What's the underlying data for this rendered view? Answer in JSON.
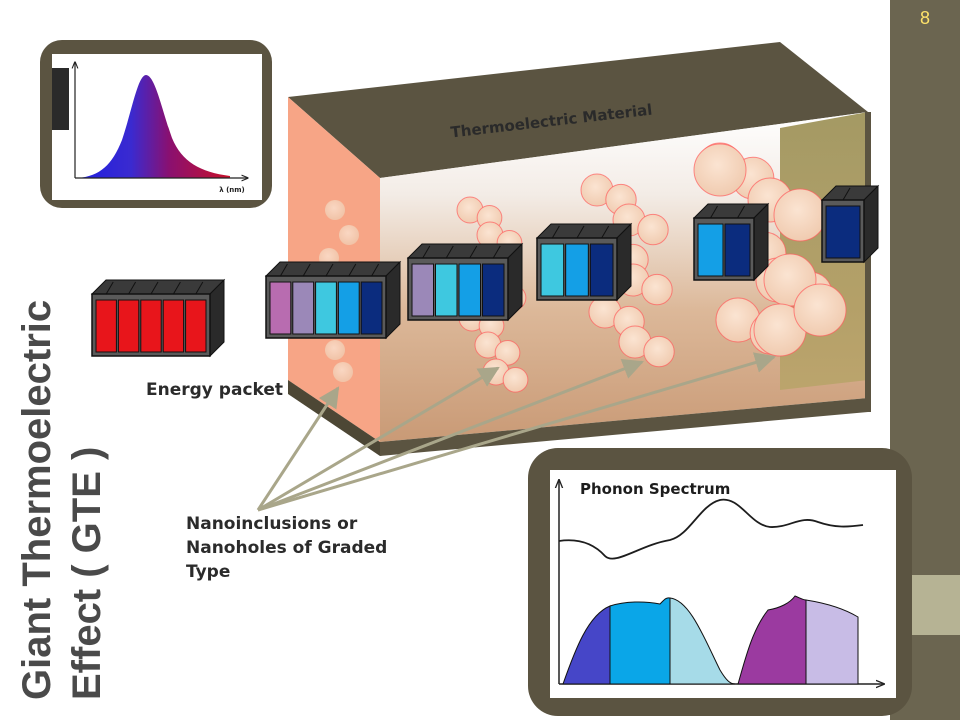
{
  "slide": {
    "number": "8",
    "title_line1": "Giant Thermoelectric",
    "title_line2": "Effect ( GTE )"
  },
  "inset_emission": {
    "axis_label": "λ (nm)"
  },
  "material_box": {
    "label": "Thermoelectric Material"
  },
  "energy_packet": {
    "label": "Energy packet"
  },
  "nanoinclusions": {
    "line1": "Nanoinclusions or",
    "line2": "Nanoholes of Graded",
    "line3": "Type"
  },
  "phonon_inset": {
    "title": "Phonon Spectrum"
  },
  "colors": {
    "sidebar": "#6b6550",
    "box_top": "#5b5441",
    "left_face": "#f7a586",
    "particle_stroke": "#ff5c5c",
    "packet_red": "#e8151b",
    "dark_blue": "#0b2c7e",
    "blue": "#149fe6",
    "cyan": "#3ec8e0",
    "lavender": "#9b88b8",
    "magenta": "#b86cb0",
    "arrow": "#a9a68a"
  }
}
